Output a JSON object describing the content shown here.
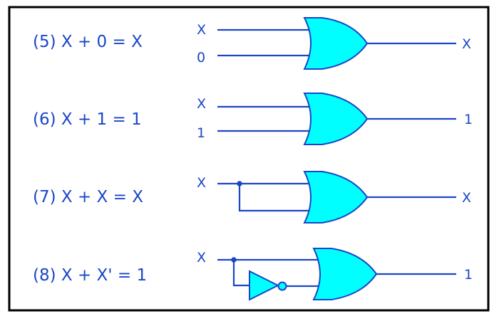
{
  "colors": {
    "wire": "#1a46c8",
    "gate_fill": "#00ffff",
    "border": "#000000",
    "background": "#ffffff"
  },
  "rows": [
    {
      "equation": "(5) X + 0 = X",
      "inputs": [
        "X",
        "0"
      ],
      "output": "X",
      "icon": "or-gate-icon"
    },
    {
      "equation": "(6) X + 1 = 1",
      "inputs": [
        "X",
        "1"
      ],
      "output": "1",
      "icon": "or-gate-icon"
    },
    {
      "equation": "(7) X + X = X",
      "inputs": [
        "X"
      ],
      "output": "X",
      "icon": "or-gate-icon"
    },
    {
      "equation": "(8) X + X' = 1",
      "inputs": [
        "X"
      ],
      "output": "1",
      "icon": "or-gate-icon",
      "extra_icon": "not-gate-icon"
    }
  ]
}
